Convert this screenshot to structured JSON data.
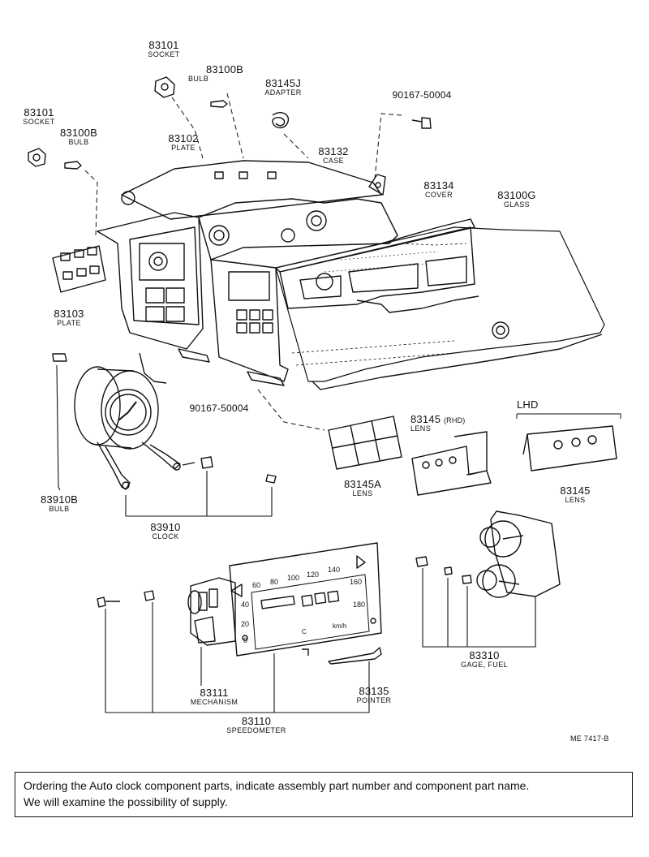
{
  "labels": {
    "p83101_top": {
      "num": "83101",
      "name": "SOCKET"
    },
    "p83100b_top": {
      "num": "83100B",
      "name": "BULB"
    },
    "p83145j": {
      "num": "83145J",
      "name": "ADAPTER"
    },
    "p90167_top": {
      "num": "90167-50004",
      "name": ""
    },
    "p83101_left": {
      "num": "83101",
      "name": "SOCKET"
    },
    "p83100b_left": {
      "num": "83100B",
      "name": "BULB"
    },
    "p83102": {
      "num": "83102",
      "name": "PLATE"
    },
    "p83132": {
      "num": "83132",
      "name": "CASE"
    },
    "p83134": {
      "num": "83134",
      "name": "COVER"
    },
    "p83100g": {
      "num": "83100G",
      "name": "GLASS"
    },
    "p83103": {
      "num": "83103",
      "name": "PLATE"
    },
    "p90167_mid": {
      "num": "90167-50004",
      "name": ""
    },
    "p83145_rhd": {
      "num": "83145",
      "suffix": "(RHD)",
      "name": "LENS"
    },
    "lhd": {
      "num": "LHD"
    },
    "p83145a": {
      "num": "83145A",
      "name": "LENS"
    },
    "p83145_lhd": {
      "num": "83145",
      "name": "LENS"
    },
    "p83910b": {
      "num": "83910B",
      "name": "BULB"
    },
    "p83910": {
      "num": "83910",
      "name": "CLOCK"
    },
    "p83310": {
      "num": "83310",
      "name": "GAGE, FUEL"
    },
    "p83111": {
      "num": "83111",
      "name": "MECHANISM"
    },
    "p83135": {
      "num": "83135",
      "name": "POINTER"
    },
    "p83110": {
      "num": "83110",
      "name": "SPEEDOMETER"
    }
  },
  "speedometer": {
    "ticks_upper": [
      "60",
      "80",
      "100",
      "120",
      "140",
      "160"
    ],
    "ticks_left": [
      "40",
      "20",
      "0"
    ],
    "tick_180": "180",
    "unit": "km/h",
    "temp": "C"
  },
  "drawing_code": "ME 7417-B",
  "note": {
    "line1": "Ordering the Auto clock component parts, indicate assembly part number and component part name.",
    "line2": "We will examine the possibility of supply."
  }
}
